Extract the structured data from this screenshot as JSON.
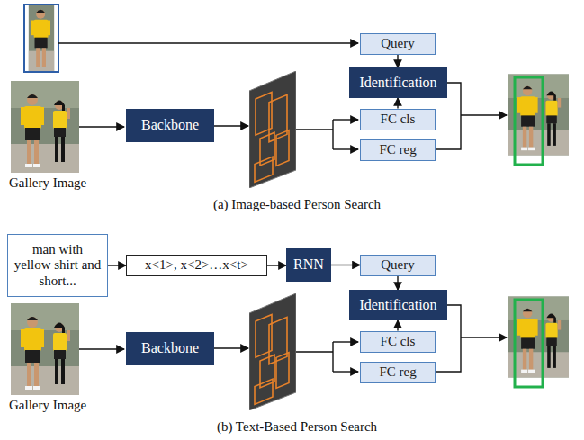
{
  "diagram": {
    "nodes": [
      {
        "text": [
          "Query"
        ]
      },
      {
        "text": [
          "Identification"
        ]
      },
      {
        "text": [
          "Backbone"
        ]
      },
      {
        "text": [
          "FC cls"
        ]
      },
      {
        "text": [
          "FC reg"
        ]
      },
      {
        "text": [
          "man with yellow shirt and short..."
        ]
      },
      {
        "text": [
          "x<1>, x<2>…x<t>"
        ]
      },
      {
        "text": [
          "RNN"
        ]
      },
      {
        "text": [
          "Query"
        ]
      },
      {
        "text": [
          "Identification"
        ]
      },
      {
        "text": [
          "Backbone"
        ]
      },
      {
        "text": [
          "FC cls"
        ]
      },
      {
        "text": [
          "FC reg"
        ]
      }
    ],
    "edges": [
      {
        "from": 0,
        "to": 1,
        "arrow": "to"
      },
      {
        "from": 3,
        "to": 1,
        "arrow": "to"
      },
      {
        "from": 5,
        "to": 6,
        "arrow": "to"
      },
      {
        "from": 6,
        "to": 7,
        "arrow": "to"
      },
      {
        "from": 7,
        "to": 8,
        "arrow": "to"
      },
      {
        "from": 8,
        "to": 9,
        "arrow": "to"
      },
      {
        "from": 11,
        "to": 9,
        "arrow": "to"
      }
    ],
    "labels": [
      "Gallery Image",
      "(a) Image-based Person Search",
      "Gallery Image",
      "(b) Text-Based Person Search"
    ]
  }
}
